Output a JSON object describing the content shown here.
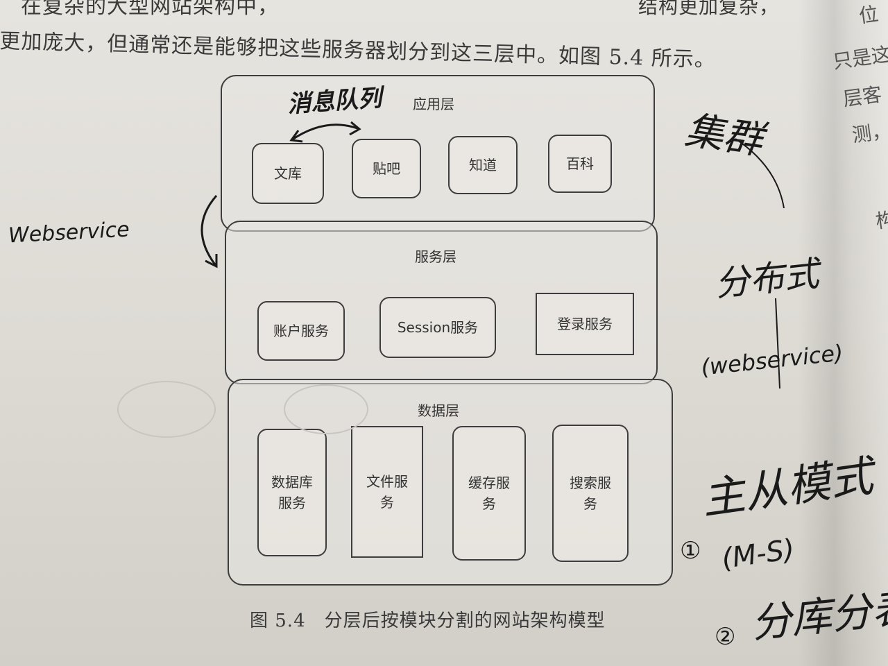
{
  "book_text": {
    "line1": "在复杂的大型网站架构中，",
    "line1_right": "结构更加复杂，",
    "line2": "更加庞大，但通常还是能够把这些服务器划分到这三层中。如图 5.4 所示。",
    "right_page": [
      "位",
      "只是这",
      "层客",
      "测，",
      "构"
    ]
  },
  "diagram": {
    "layers": [
      {
        "title": "应用层",
        "modules": [
          "文库",
          "贴吧",
          "知道",
          "百科"
        ]
      },
      {
        "title": "服务层",
        "modules": [
          "账户服务",
          "Session服务",
          "登录服务"
        ]
      },
      {
        "title": "数据层",
        "modules": [
          "数据库服务",
          "文件服务",
          "缓存服务",
          "搜索服务"
        ]
      }
    ],
    "caption": "图 5.4　分层后按模块分割的网站架构模型"
  },
  "annotations": {
    "message_queue": "消息队列",
    "webservice_left": "Webservice",
    "cluster": "集群",
    "distributed": "分布式",
    "webservice_right": "(webservice)",
    "master_slave": "主从模式",
    "master_slave_abbr": "(M-S)",
    "sharding": "分库分表",
    "num1": "①",
    "num2": "②"
  }
}
